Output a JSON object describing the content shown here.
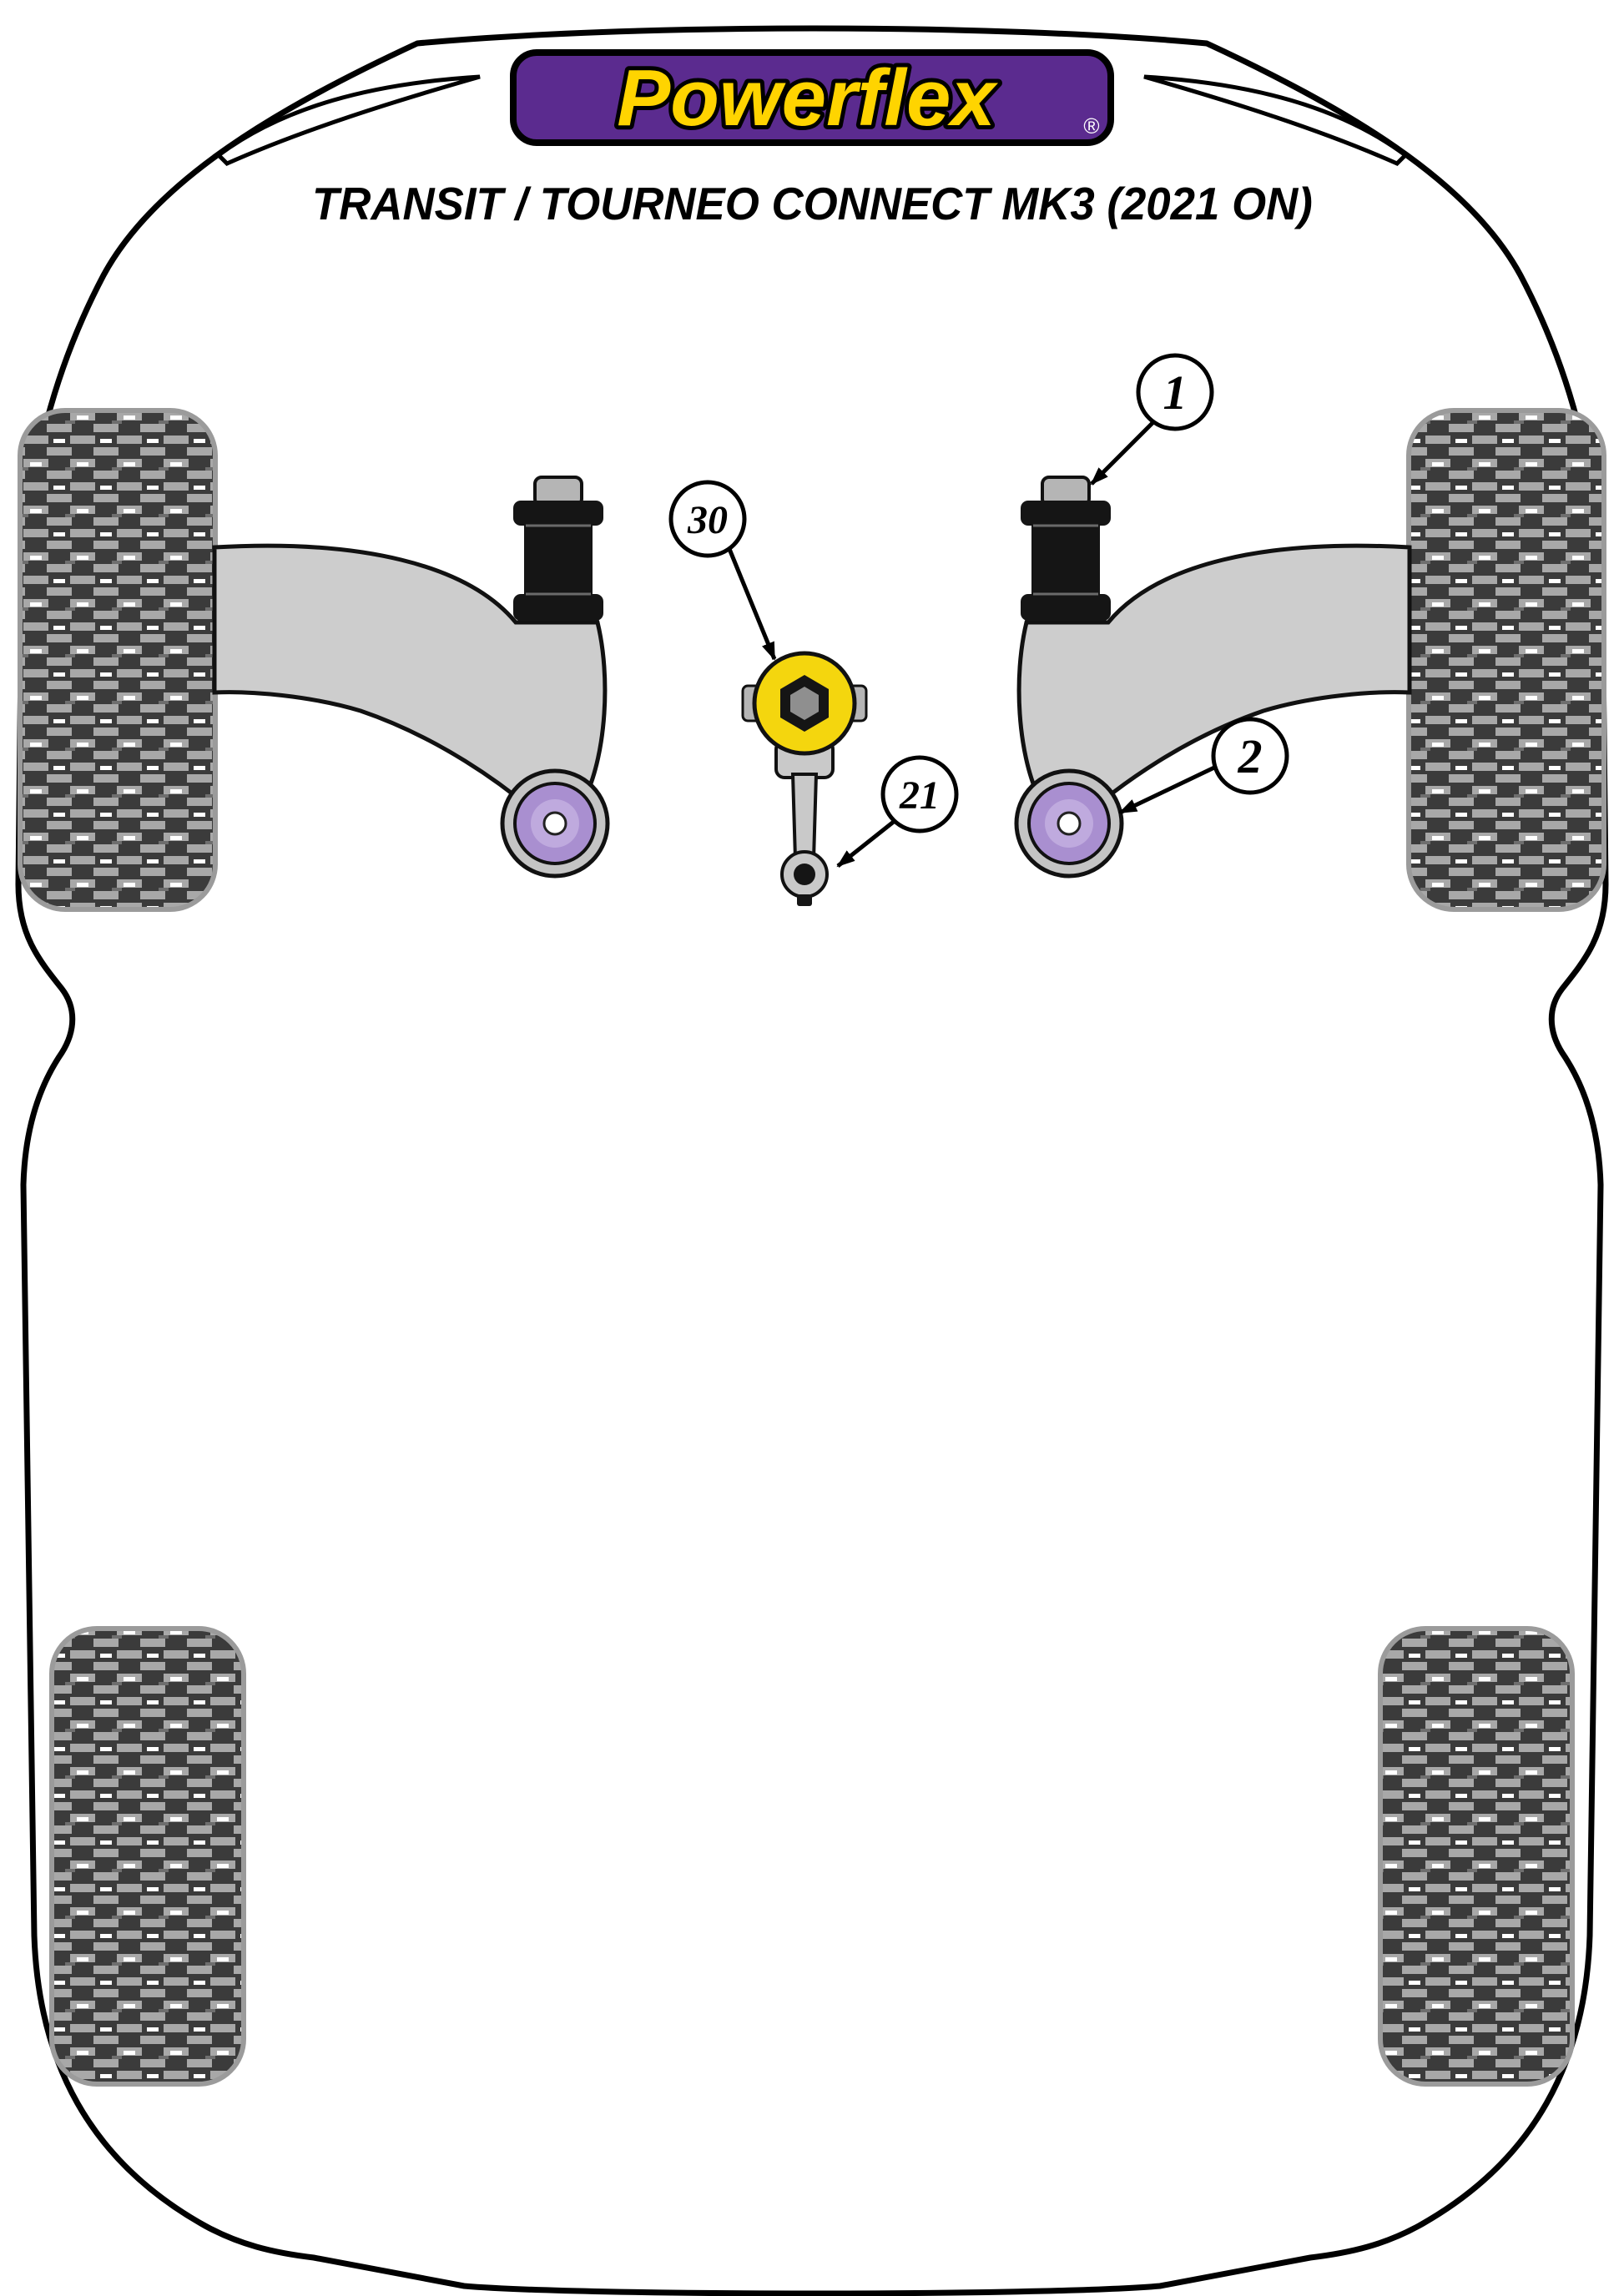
{
  "logo": {
    "brand": "Powerflex",
    "registered": "®"
  },
  "title": "TRANSIT / TOURNEO CONNECT MK3 (2021 ON)",
  "callouts": [
    {
      "label": "1"
    },
    {
      "label": "2"
    },
    {
      "label": "30"
    },
    {
      "label": "21"
    }
  ],
  "colors": {
    "banner_purple": "#5b2b8f",
    "logo_yellow": "#ffd400",
    "bushing_purple": "#a98fd0",
    "bushing_purple_inner": "#bfaade",
    "bushing_yellow": "#f4d60e",
    "arm_gray": "#cdcdcd",
    "wheel_dark": "#3b3b3b",
    "outline_black": "#000000"
  }
}
